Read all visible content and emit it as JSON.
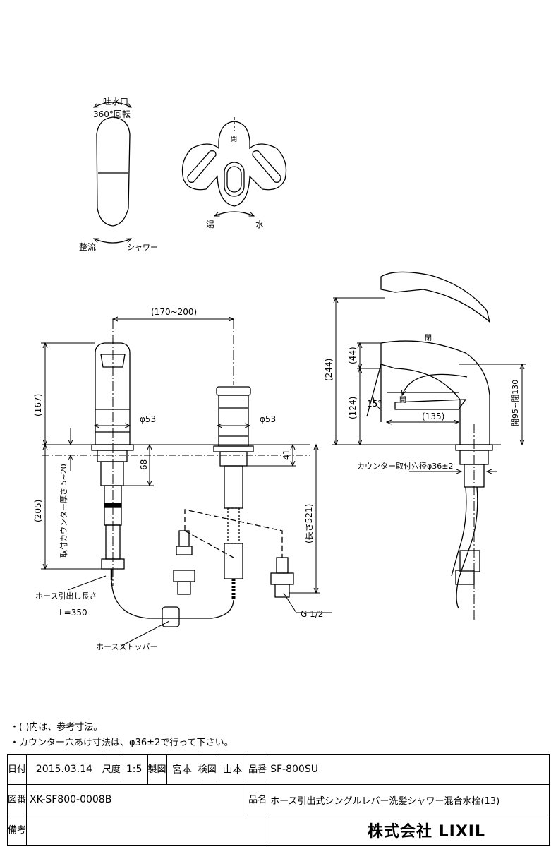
{
  "top_view": {
    "spout_label_1": "吐水口",
    "spout_label_2": "360°回転",
    "flow_label": "整流",
    "shower_label": "シャワー"
  },
  "lever_view": {
    "hot_label": "湯",
    "cold_label": "水",
    "close_label": "閉"
  },
  "front_view": {
    "dim_width": "(170~200)",
    "dim_height": "(167)",
    "dim_dia_1": "φ53",
    "dim_dia_2": "φ53",
    "dim_68": "68",
    "dim_41": "41",
    "dim_205": "(205)",
    "counter_thickness": "取付カウンター厚さ 5~20",
    "dim_length": "(長さ521)",
    "hose_length_label": "ホース引出し長さ",
    "hose_length_value": "L=350",
    "hose_stopper": "ホースストッパー",
    "thread": "G 1/2"
  },
  "side_view": {
    "dim_244": "(244)",
    "dim_44": "(44)",
    "dim_124": "(124)",
    "dim_135": "(135)",
    "angle": "15°",
    "open_upper": "閉",
    "open_lower": "開",
    "lever_range": "開95~閉130",
    "counter_hole": "カウンター取付穴径φ36±2"
  },
  "notes": [
    "・(    )内は、参考寸法。",
    "・カウンター穴あけ寸法は、φ36±2で行って下さい。"
  ],
  "title_block": {
    "date_head": "日付",
    "date": "2015.03.14",
    "scale_head": "尺度",
    "scale": "1:5",
    "drawn_head": "製図",
    "drawn_by": "宮本",
    "checked_head": "検図",
    "checked_by": "山本",
    "product_no_head": "品番",
    "product_no": "SF-800SU",
    "drawing_no_head": "図番",
    "drawing_no": "XK-SF800-0008B",
    "product_name_head": "品名",
    "product_name": "ホース引出式シングルレバー洗髪シャワー混合水栓(13)",
    "remarks_head": "備考",
    "company": "株式会社 LIXIL"
  }
}
